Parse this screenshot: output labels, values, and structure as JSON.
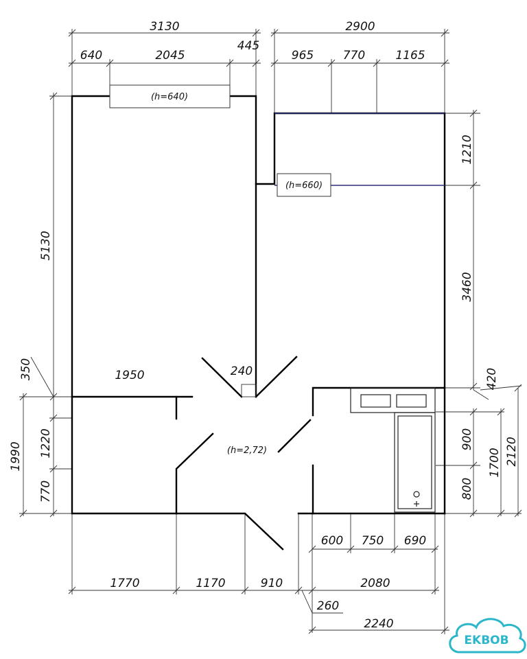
{
  "plan": {
    "dims_top": {
      "overall_left": "3130",
      "overall_right": "2900",
      "seg_640": "640",
      "seg_2045": "2045",
      "seg_445": "445",
      "seg_965": "965",
      "seg_770": "770",
      "seg_1165": "1165"
    },
    "dims_left": {
      "height_5130": "5130",
      "seg_350": "350",
      "seg_1990": "1990",
      "seg_1220": "1220",
      "seg_770": "770"
    },
    "dims_right": {
      "seg_1210": "1210",
      "seg_3460": "3460",
      "seg_420": "420",
      "seg_900": "900",
      "seg_800": "800",
      "seg_1700": "1700",
      "seg_2120": "2120"
    },
    "dims_inner": {
      "corridor_1950": "1950",
      "opening_240": "240",
      "bath_600": "600",
      "bath_750": "750",
      "bath_690": "690"
    },
    "dims_bottom": {
      "seg_1770": "1770",
      "seg_1170": "1170",
      "seg_910": "910",
      "seg_2080": "2080",
      "seg_260": "260",
      "overall_2240": "2240"
    },
    "notes": {
      "window_left": "(h=640)",
      "window_right": "(h=660)",
      "ceiling": "(h=2,72)"
    }
  },
  "watermark": {
    "text": "EKBOB",
    "color": "#2bb7c9"
  }
}
